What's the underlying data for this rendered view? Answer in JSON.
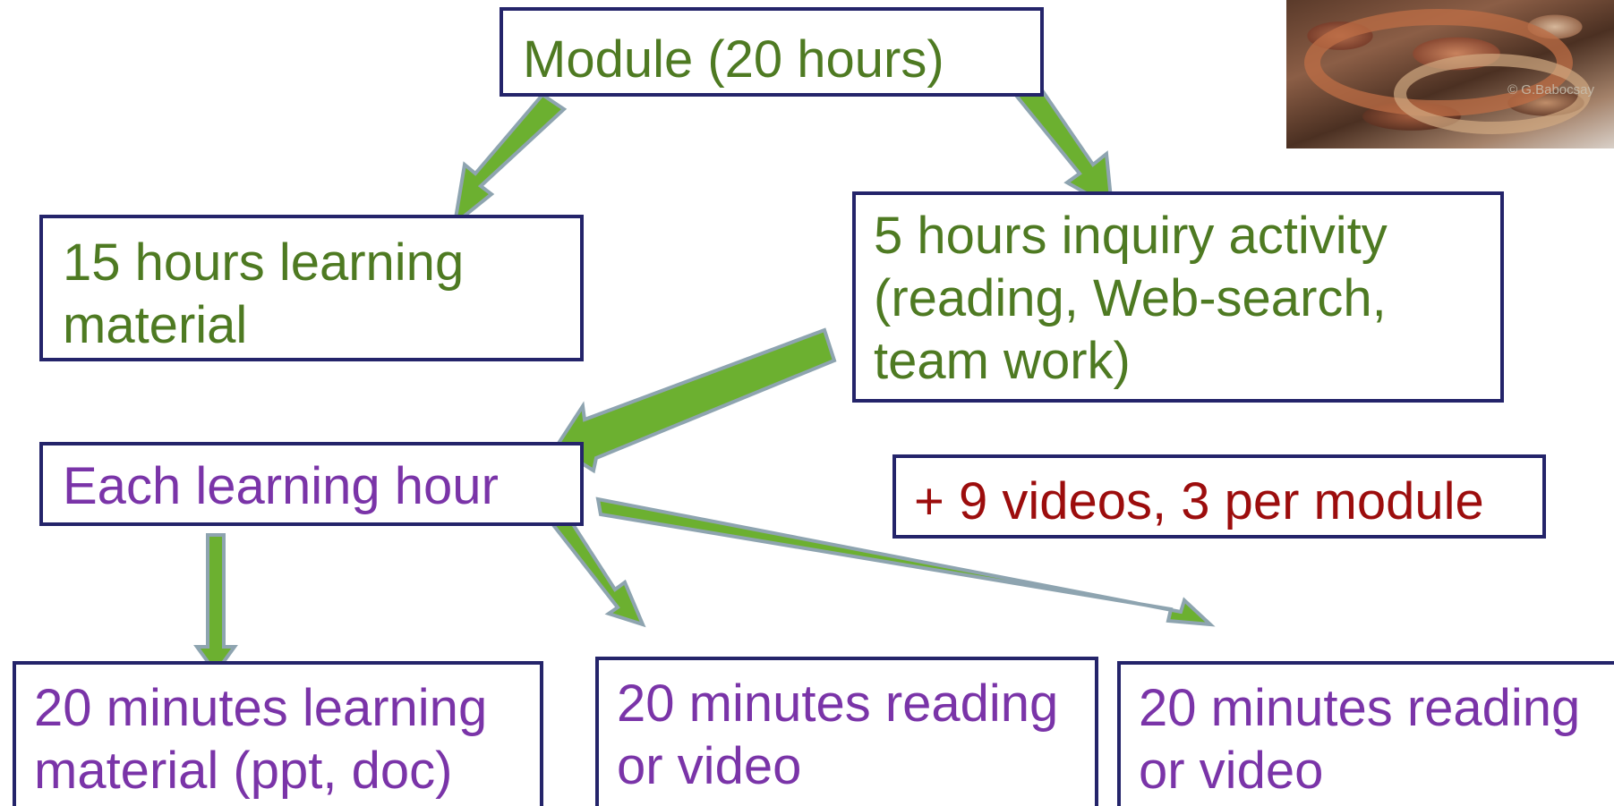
{
  "diagram": {
    "module_box": "Module (20 hours)",
    "learning_material_box": "15 hours learning\nmaterial",
    "inquiry_box": "5 hours inquiry activity\n(reading, Web-search,\nteam work)",
    "learning_hour_box": "Each learning hour",
    "videos_box": "+ 9 videos, 3 per module",
    "slot_1_box": "20 minutes learning\nmaterial (ppt, doc)",
    "slot_2_box": "20 minutes reading\nor video",
    "slot_3_box": "20 minutes reading\nor video"
  },
  "photo": {
    "subject": "snake-photo",
    "credit": "© G.Babocsay"
  },
  "colors": {
    "box_border": "#24246a",
    "text_green": "#4e7a22",
    "text_purple": "#7a34a8",
    "text_red": "#9c0d0d",
    "arrow_fill": "#6cb030",
    "arrow_outline": "#8ea4b0"
  }
}
